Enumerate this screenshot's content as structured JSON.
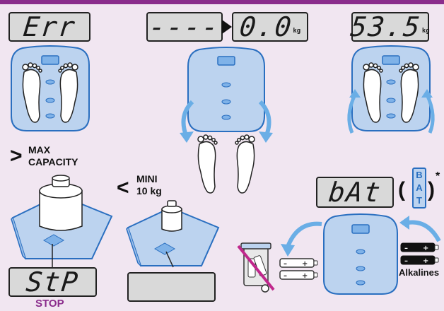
{
  "displays": {
    "err": "Err",
    "dashes": "----",
    "zero": "0.0",
    "zero_unit": "kg",
    "weight": "53.5",
    "weight_unit": "kg",
    "stop": "StP",
    "bat": "bAt",
    "blank": ""
  },
  "labels": {
    "max_symbol": ">",
    "max_line1": "MAX",
    "max_line2": "CAPACITY",
    "mini_symbol": "<",
    "mini_line1": "MINI",
    "mini_line2": "10 kg",
    "stop": "STOP",
    "bat_letters": [
      "B",
      "A",
      "T"
    ],
    "bat_paren_open": "(",
    "bat_paren_close": ")",
    "asterisk": "*",
    "alkalines": "Alkalines"
  },
  "colors": {
    "background": "#f1e6f1",
    "scale_fill": "#bcd3ef",
    "scale_stroke": "#2a6fc0",
    "arrow_blue": "#6aaee6",
    "accent_purple": "#8a2c8c",
    "lcd_bg": "#d9d9d9"
  }
}
